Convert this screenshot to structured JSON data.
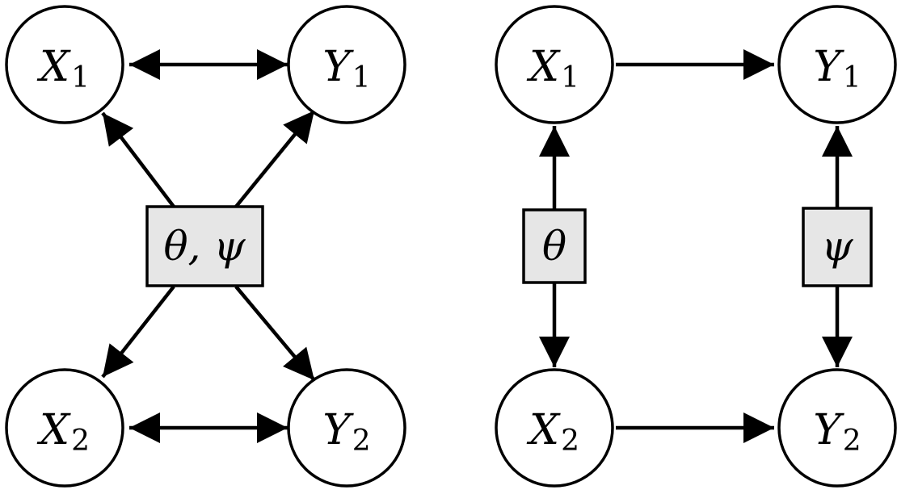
{
  "colors": {
    "stroke": "#000000",
    "node_fill": "#ffffff",
    "param_fill": "#e6e6e6"
  },
  "left_graph": {
    "x1": {
      "base": "X",
      "sub": "1"
    },
    "y1": {
      "base": "Y",
      "sub": "1"
    },
    "x2": {
      "base": "X",
      "sub": "2"
    },
    "y2": {
      "base": "Y",
      "sub": "2"
    },
    "param": "θ, ψ"
  },
  "right_graph": {
    "x1": {
      "base": "X",
      "sub": "1"
    },
    "y1": {
      "base": "Y",
      "sub": "1"
    },
    "x2": {
      "base": "X",
      "sub": "2"
    },
    "y2": {
      "base": "Y",
      "sub": "2"
    },
    "param_theta": "θ",
    "param_psi": "ψ"
  }
}
